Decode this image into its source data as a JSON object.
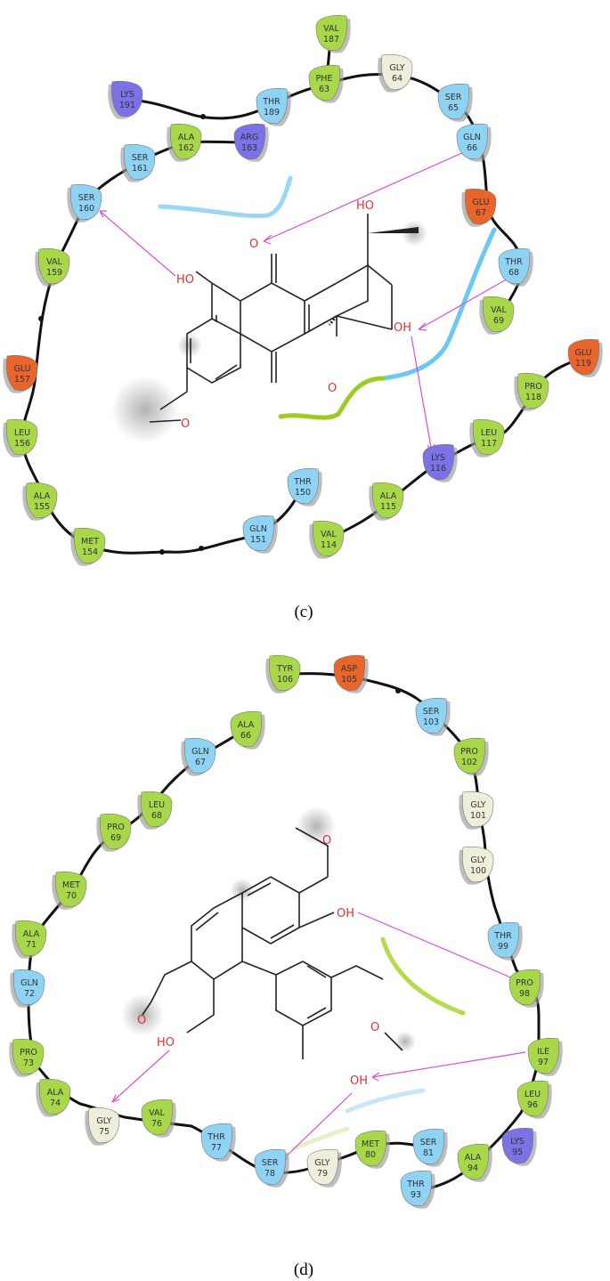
{
  "colors": {
    "hydrophobic": "#a8d84a",
    "polar": "#8fd3f4",
    "positive": "#7b72e6",
    "negative": "#e8652b",
    "glycine": "#eeeeda",
    "hbond": "#d64fd6",
    "backbone": "#111111",
    "oxygen": "#e03030",
    "bond": "#222222"
  },
  "panel_c": {
    "label": "(c)",
    "residues": [
      {
        "name": "VAL",
        "num": "187",
        "type": "hydrophobic"
      },
      {
        "name": "PHE",
        "num": "63",
        "type": "hydrophobic"
      },
      {
        "name": "GLY",
        "num": "64",
        "type": "glycine"
      },
      {
        "name": "SER",
        "num": "65",
        "type": "polar"
      },
      {
        "name": "GLN",
        "num": "66",
        "type": "polar"
      },
      {
        "name": "GLU",
        "num": "67",
        "type": "negative"
      },
      {
        "name": "THR",
        "num": "68",
        "type": "polar"
      },
      {
        "name": "VAL",
        "num": "69",
        "type": "hydrophobic"
      },
      {
        "name": "LYS",
        "num": "191",
        "type": "positive"
      },
      {
        "name": "THR",
        "num": "189",
        "type": "polar"
      },
      {
        "name": "ALA",
        "num": "162",
        "type": "hydrophobic"
      },
      {
        "name": "ARG",
        "num": "163",
        "type": "positive"
      },
      {
        "name": "SER",
        "num": "161",
        "type": "polar"
      },
      {
        "name": "SER",
        "num": "160",
        "type": "polar"
      },
      {
        "name": "VAL",
        "num": "159",
        "type": "hydrophobic"
      },
      {
        "name": "GLU",
        "num": "157",
        "type": "negative"
      },
      {
        "name": "LEU",
        "num": "156",
        "type": "hydrophobic"
      },
      {
        "name": "ALA",
        "num": "155",
        "type": "hydrophobic"
      },
      {
        "name": "MET",
        "num": "154",
        "type": "hydrophobic"
      },
      {
        "name": "GLN",
        "num": "151",
        "type": "polar"
      },
      {
        "name": "THR",
        "num": "150",
        "type": "polar"
      },
      {
        "name": "VAL",
        "num": "114",
        "type": "hydrophobic"
      },
      {
        "name": "ALA",
        "num": "115",
        "type": "hydrophobic"
      },
      {
        "name": "LYS",
        "num": "116",
        "type": "positive"
      },
      {
        "name": "LEU",
        "num": "117",
        "type": "hydrophobic"
      },
      {
        "name": "PRO",
        "num": "118",
        "type": "hydrophobic"
      },
      {
        "name": "GLU",
        "num": "119",
        "type": "negative"
      }
    ],
    "atom_labels": [
      "HO",
      "HO",
      "O",
      "O",
      "OH",
      "O"
    ]
  },
  "panel_d": {
    "label": "(d)",
    "residues": [
      {
        "name": "TYR",
        "num": "106",
        "type": "hydrophobic"
      },
      {
        "name": "ASP",
        "num": "105",
        "type": "negative"
      },
      {
        "name": "SER",
        "num": "103",
        "type": "polar"
      },
      {
        "name": "PRO",
        "num": "102",
        "type": "hydrophobic"
      },
      {
        "name": "GLY",
        "num": "101",
        "type": "glycine"
      },
      {
        "name": "GLY",
        "num": "100",
        "type": "glycine"
      },
      {
        "name": "THR",
        "num": "99",
        "type": "polar"
      },
      {
        "name": "PRO",
        "num": "98",
        "type": "hydrophobic"
      },
      {
        "name": "ILE",
        "num": "97",
        "type": "hydrophobic"
      },
      {
        "name": "LEU",
        "num": "96",
        "type": "hydrophobic"
      },
      {
        "name": "LYS",
        "num": "95",
        "type": "positive"
      },
      {
        "name": "ALA",
        "num": "94",
        "type": "hydrophobic"
      },
      {
        "name": "THR",
        "num": "93",
        "type": "polar"
      },
      {
        "name": "ALA",
        "num": "66",
        "type": "hydrophobic"
      },
      {
        "name": "GLN",
        "num": "67",
        "type": "polar"
      },
      {
        "name": "LEU",
        "num": "68",
        "type": "hydrophobic"
      },
      {
        "name": "PRO",
        "num": "69",
        "type": "hydrophobic"
      },
      {
        "name": "MET",
        "num": "70",
        "type": "hydrophobic"
      },
      {
        "name": "ALA",
        "num": "71",
        "type": "hydrophobic"
      },
      {
        "name": "GLN",
        "num": "72",
        "type": "polar"
      },
      {
        "name": "PRO",
        "num": "73",
        "type": "hydrophobic"
      },
      {
        "name": "ALA",
        "num": "74",
        "type": "hydrophobic"
      },
      {
        "name": "GLY",
        "num": "75",
        "type": "glycine"
      },
      {
        "name": "VAL",
        "num": "76",
        "type": "hydrophobic"
      },
      {
        "name": "THR",
        "num": "77",
        "type": "polar"
      },
      {
        "name": "SER",
        "num": "78",
        "type": "polar"
      },
      {
        "name": "GLY",
        "num": "79",
        "type": "glycine"
      },
      {
        "name": "MET",
        "num": "80",
        "type": "hydrophobic"
      },
      {
        "name": "SER",
        "num": "81",
        "type": "polar"
      }
    ],
    "atom_labels": [
      "O",
      "OH",
      "O",
      "HO",
      "O",
      "OH"
    ]
  }
}
